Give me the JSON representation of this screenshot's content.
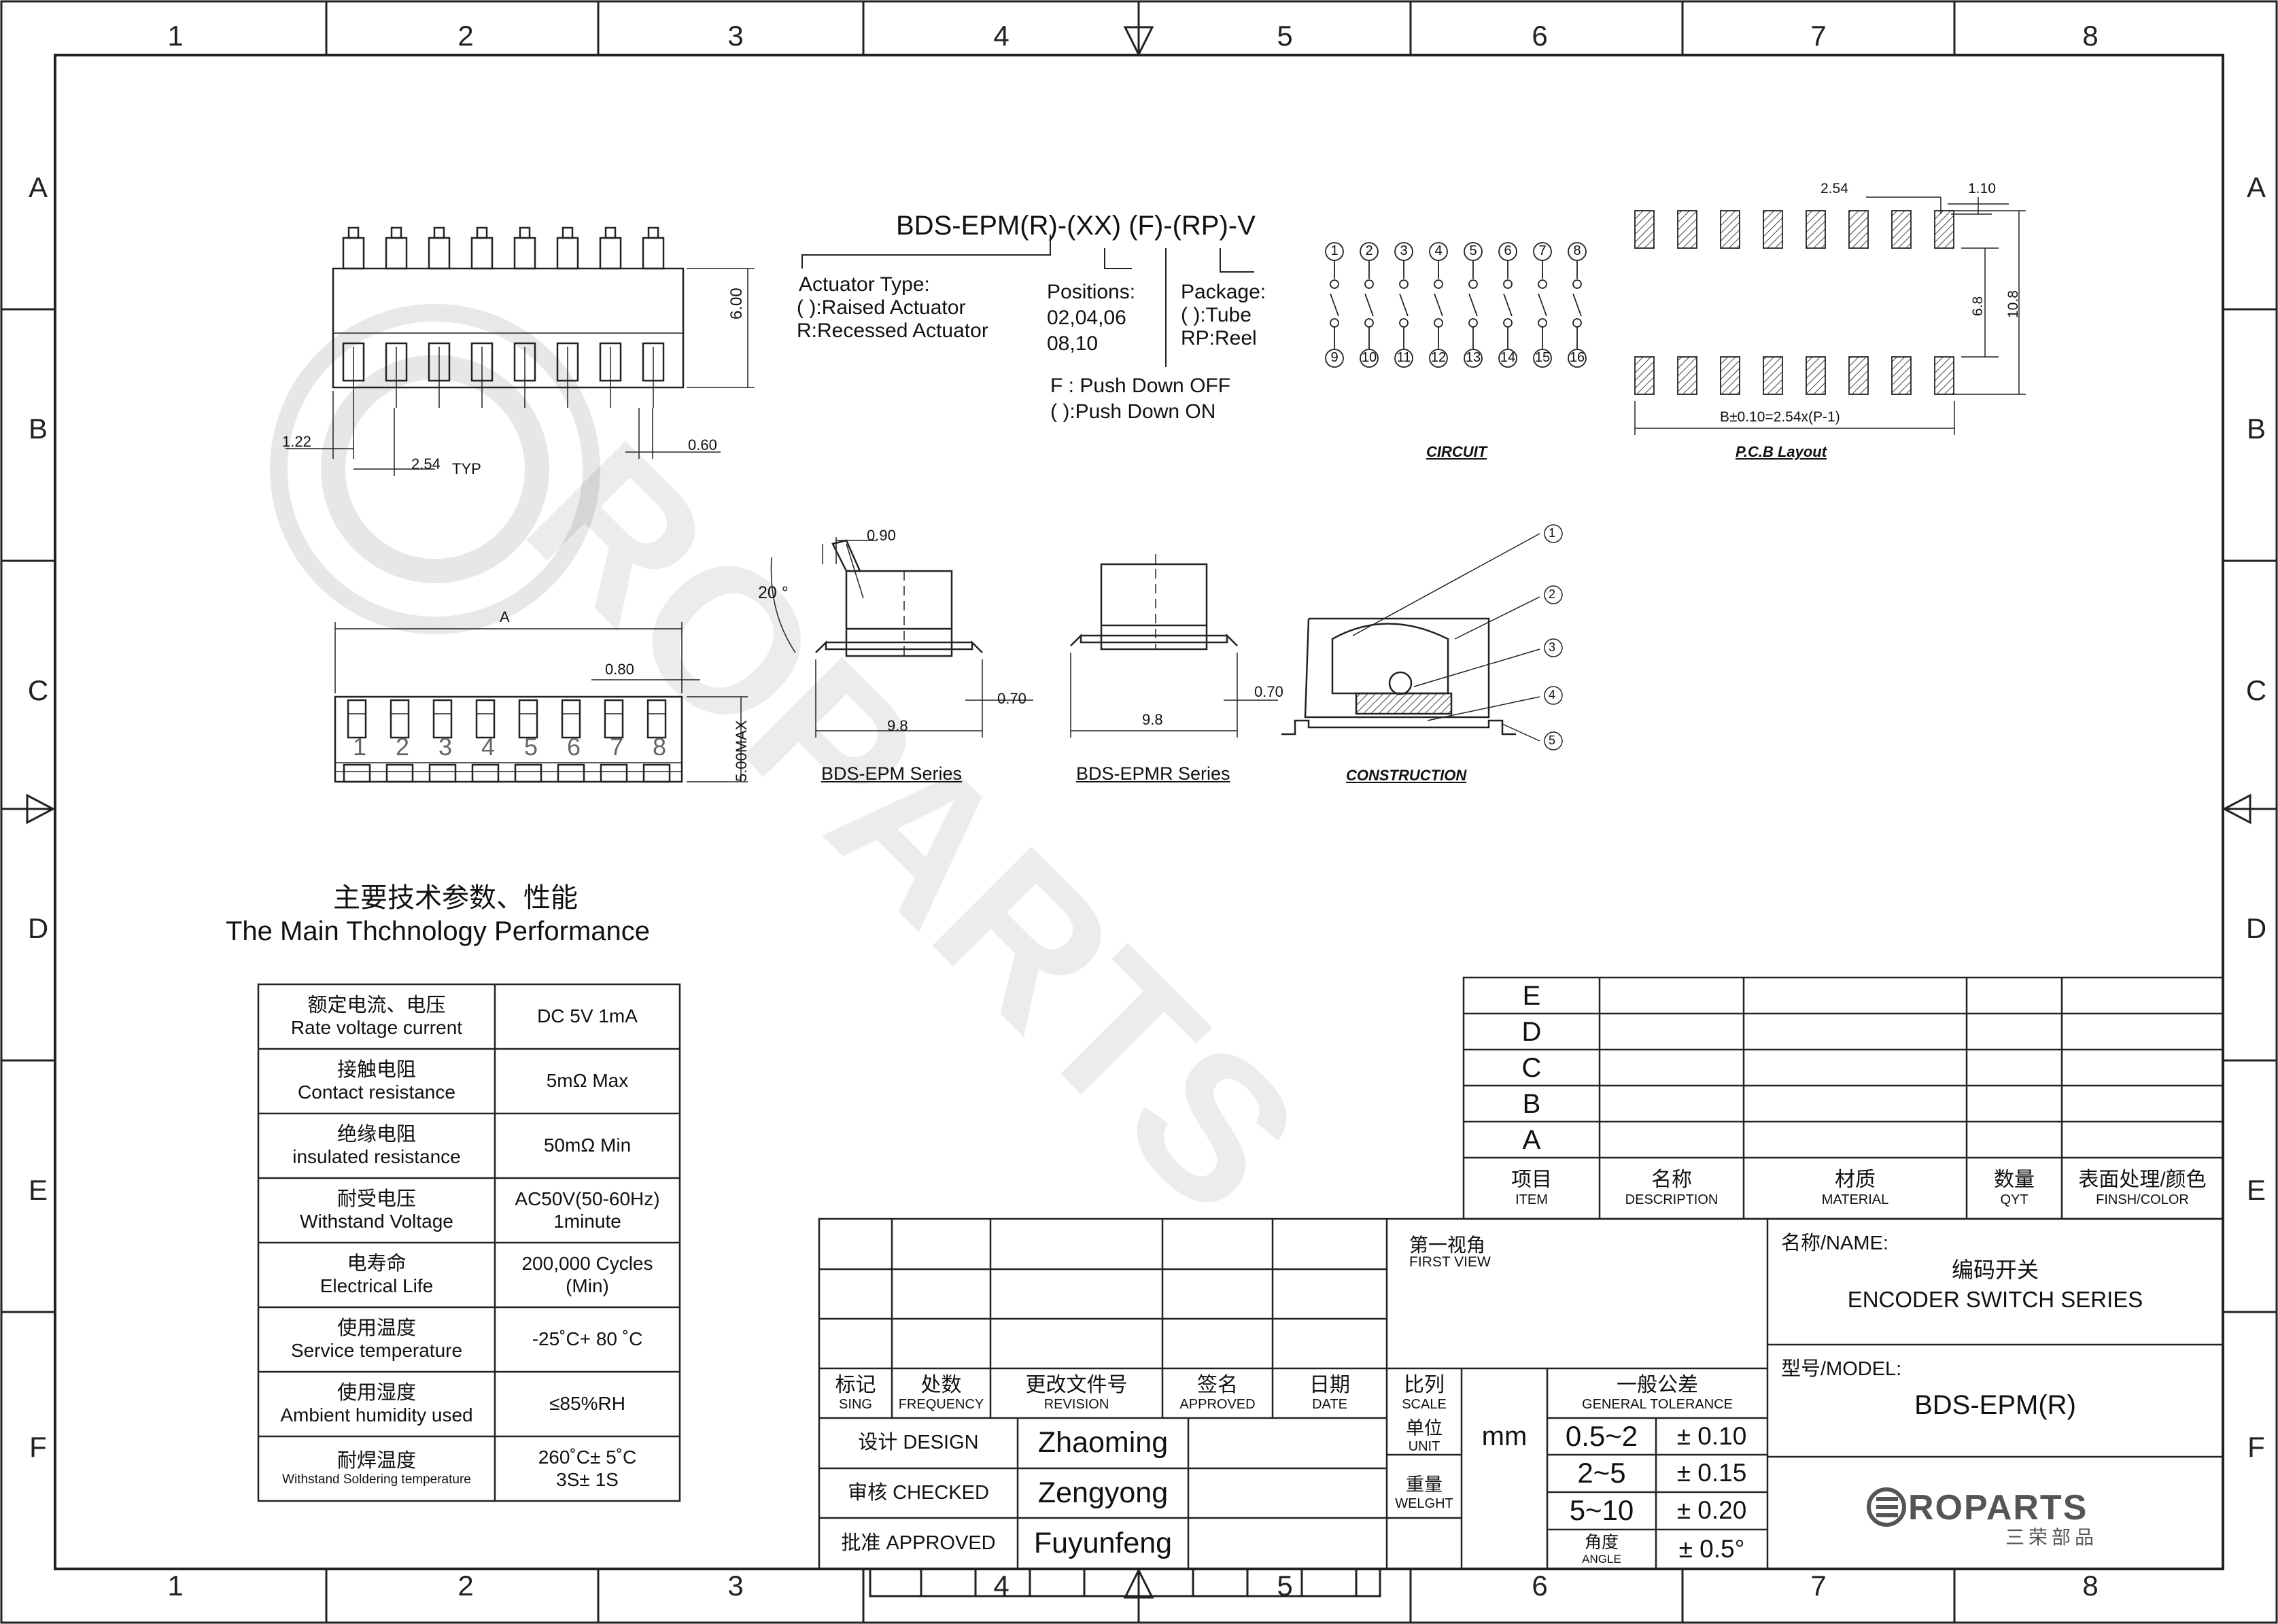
{
  "sheet": {
    "columns": [
      "1",
      "2",
      "3",
      "4",
      "5",
      "6",
      "7",
      "8"
    ],
    "rows": [
      "A",
      "B",
      "C",
      "D",
      "E",
      "F"
    ]
  },
  "part_code": {
    "code": "BDS-EPM(R)-(XX) (F)-(RP)-V",
    "actuator_title": "Actuator Type:",
    "actuator_raised": "( ):Raised Actuator",
    "actuator_recessed": "R:Recessed Actuator",
    "positions_title": "Positions:",
    "positions_1": "02,04,06",
    "positions_2": "08,10",
    "package_title": "Package:",
    "package_tube": "( ):Tube",
    "package_reel": "RP:Reel",
    "push_off": "F : Push Down OFF",
    "push_on": "( ):Push Down ON"
  },
  "dims": {
    "top_height": "6.00",
    "pitch": "2.54",
    "typ": "TYP",
    "left_offset": "1.22",
    "pin_width": "0.60",
    "front_a": "A",
    "front_width": "0.80",
    "front_height": "5.00MAX",
    "side_top": "0.90",
    "side_angle": "20 °",
    "side_length": "9.8",
    "side_lead": "0.70",
    "r_length": "9.8",
    "r_lead": "0.70",
    "pcb_pitch": "2.54",
    "pcb_pad": "1.10",
    "pcb_inner": "6.8",
    "pcb_outer": "10.8",
    "pcb_b": "B±0.10=2.54x(P-1)"
  },
  "front_numbers": [
    "1",
    "2",
    "3",
    "4",
    "5",
    "6",
    "7",
    "8"
  ],
  "circuit": {
    "top": [
      "1",
      "2",
      "3",
      "4",
      "5",
      "6",
      "7",
      "8"
    ],
    "bottom": [
      "9",
      "10",
      "11",
      "12",
      "13",
      "14",
      "15",
      "16"
    ],
    "label": "CIRCUIT"
  },
  "pcb_label": "P.C.B Layout",
  "series": {
    "epm": "BDS-EPM Series",
    "epmr": "BDS-EPMR Series",
    "construction": "CONSTRUCTION"
  },
  "construction_callouts": [
    "1",
    "2",
    "3",
    "4",
    "5"
  ],
  "perf": {
    "title_cn": "主要技术参数、性能",
    "title_en": "The Main Thchnology Performance",
    "rows": [
      {
        "cn": "额定电流、电压",
        "en": "Rate voltage current",
        "value": "DC 5V 1mA",
        "value2": ""
      },
      {
        "cn": "接触电阻",
        "en": "Contact resistance",
        "value": "5mΩ   Max",
        "value2": ""
      },
      {
        "cn": "绝缘电阻",
        "en": "insulated resistance",
        "value": "50mΩ Min",
        "value2": ""
      },
      {
        "cn": "耐受电压",
        "en": "Withstand Voltage",
        "value": "AC50V(50-60Hz)",
        "value2": "1minute"
      },
      {
        "cn": "电寿命",
        "en": "Electrical Life",
        "value": "200,000 Cycles",
        "value2": "(Min)"
      },
      {
        "cn": "使用温度",
        "en": "Service temperature",
        "value": "-25˚C+ 80 ˚C",
        "value2": ""
      },
      {
        "cn": "使用湿度",
        "en": "Ambient humidity used",
        "value": "≤85%RH",
        "value2": ""
      },
      {
        "cn": "耐焊温度",
        "en": "Withstand Soldering temperature",
        "value": "260˚C± 5˚C",
        "value2": "3S± 1S"
      }
    ]
  },
  "bom": {
    "rows": [
      "E",
      "D",
      "C",
      "B",
      "A"
    ],
    "headers": [
      {
        "cn": "项目",
        "en": "ITEM"
      },
      {
        "cn": "名称",
        "en": "DESCRIPTION"
      },
      {
        "cn": "材质",
        "en": "MATERIAL"
      },
      {
        "cn": "数量",
        "en": "QYT"
      },
      {
        "cn": "表面处理/颜色",
        "en": "FINSH/COLOR"
      }
    ]
  },
  "revision": {
    "headers": [
      {
        "cn": "标记",
        "en": "SING"
      },
      {
        "cn": "处数",
        "en": "FREQUENCY"
      },
      {
        "cn": "更改文件号",
        "en": "REVISION"
      },
      {
        "cn": "签名",
        "en": "APPROVED"
      },
      {
        "cn": "日期",
        "en": "DATE"
      }
    ]
  },
  "approvals": [
    {
      "label": "设计 DESIGN",
      "name": "Zhaoming"
    },
    {
      "label": "审核 CHECKED",
      "name": "Zengyong"
    },
    {
      "label": "批准 APPROVED",
      "name": "Fuyunfeng"
    }
  ],
  "title_block": {
    "first_view_cn": "第一视角",
    "first_view_en": "FIRST VIEW",
    "scale_cn": "比列",
    "scale_en": "SCALE",
    "unit_cn": "单位",
    "unit_en": "UNIT",
    "unit_value": "mm",
    "weight_cn": "重量",
    "weight_en": "WELGHT",
    "tol_cn": "一般公差",
    "tol_en": "GENERAL TOLERANCE",
    "tolerances": [
      {
        "range": "0.5~2",
        "tol": "± 0.10"
      },
      {
        "range": "2~5",
        "tol": "± 0.15"
      },
      {
        "range": "5~10",
        "tol": "± 0.20"
      }
    ],
    "angle_cn": "角度",
    "angle_en": "ANGLE",
    "angle_tol": "± 0.5°",
    "name_label": "名称/NAME:",
    "name_cn": "编码开关",
    "name_en": "ENCODER SWITCH SERIES",
    "model_label": "型号/MODEL:",
    "model": "BDS-EPM(R)",
    "logo": "ROPARTS",
    "logo_cn": "三荣部品"
  },
  "watermark": "ROPARTS"
}
